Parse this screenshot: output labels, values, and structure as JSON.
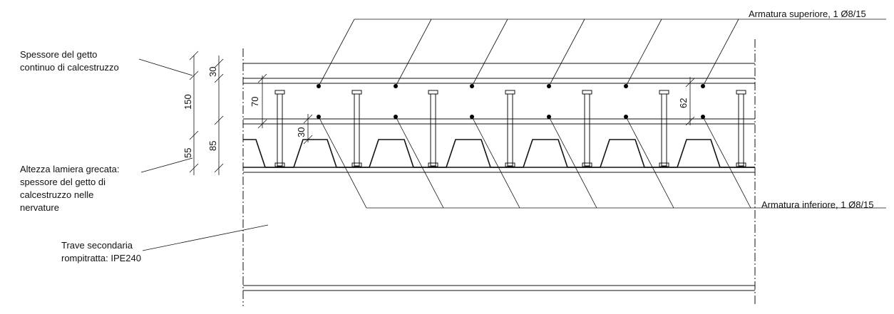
{
  "labels": {
    "top_slab_1": "Spessore del getto",
    "top_slab_2": "continuo di calcestruzzo",
    "deck_1": "Altezza lamiera grecata:",
    "deck_2": "spessore del getto di",
    "deck_3": "calcestruzzo nelle",
    "deck_4": "nervature",
    "beam_1": "Trave secondaria",
    "beam_2": "rompitratta: IPE240",
    "rebar_top": "Armatura superiore, 1 Ø8/15",
    "rebar_bottom": "Armatura inferiore, 1 Ø8/15"
  },
  "dims": {
    "d30_top": "30",
    "d150": "150",
    "d55": "55",
    "d85": "85",
    "d70": "70",
    "d30_mid": "30",
    "d62": "62"
  }
}
